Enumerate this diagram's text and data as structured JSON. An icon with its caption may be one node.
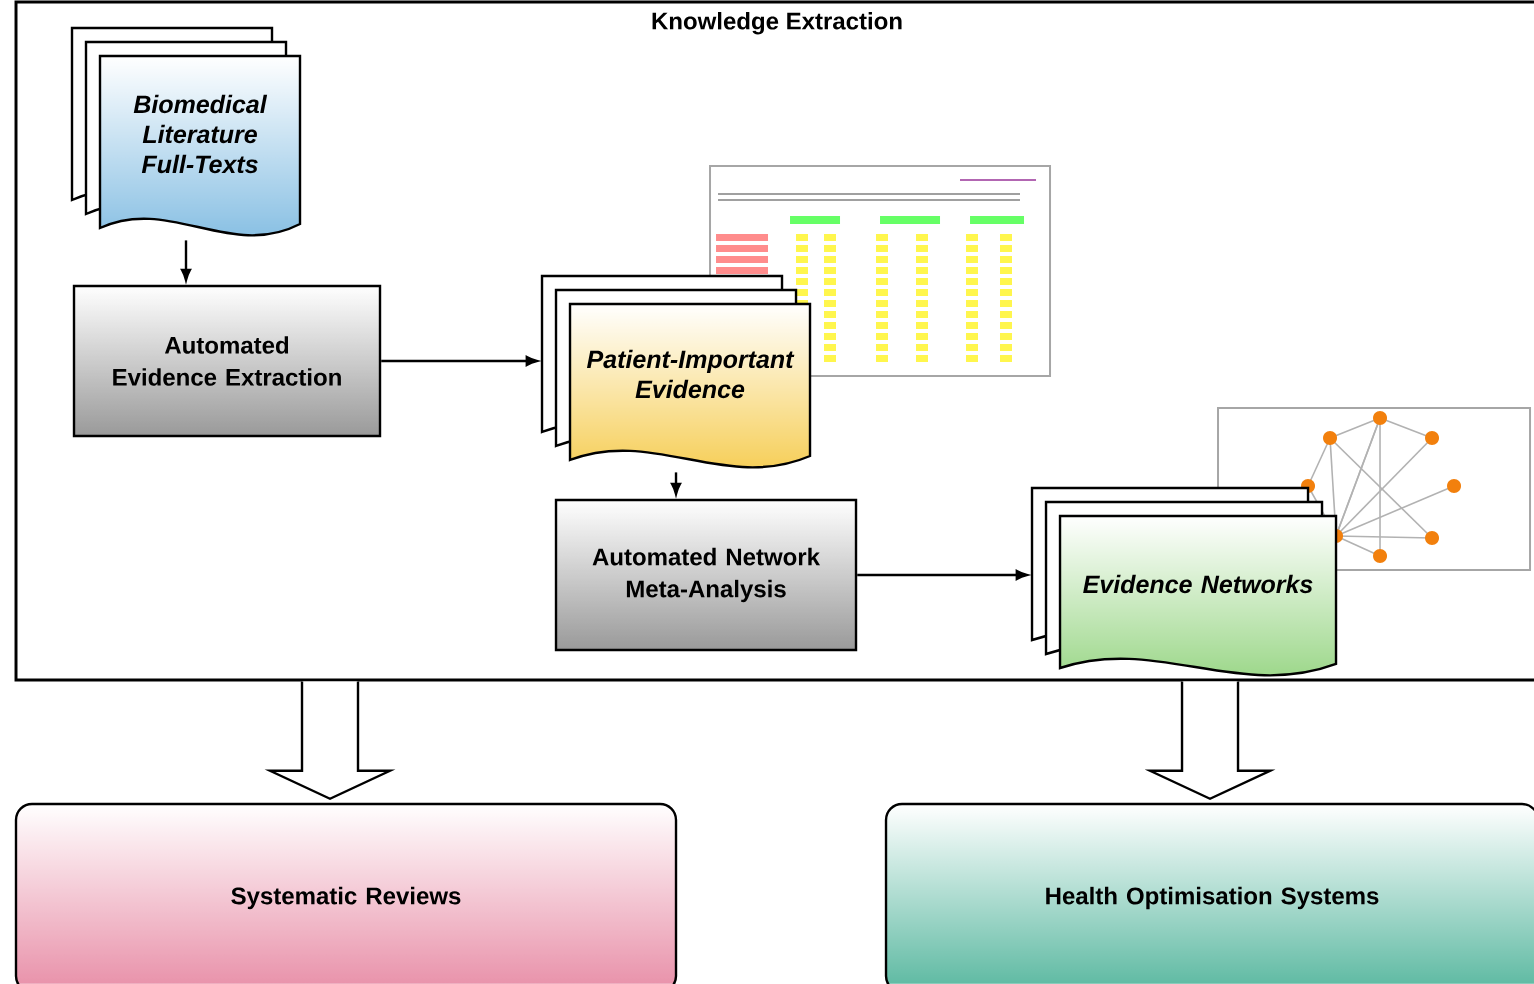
{
  "diagram": {
    "nodes": [
      {
        "text": [
          "Knowledge Extraction"
        ]
      },
      {
        "text": [
          "Biomedical Literature Full-Texts"
        ],
        "in": 0
      },
      {
        "text": [
          "Automated Evidence Extraction"
        ],
        "in": 0
      },
      {
        "text": [
          "Patient-Important Evidence"
        ],
        "in": 0
      },
      {
        "text": [
          "Automated Network Meta-Analysis"
        ],
        "in": 0
      },
      {
        "text": [
          "Evidence Networks"
        ],
        "in": 0
      },
      {
        "text": [
          "Systematic Reviews"
        ]
      },
      {
        "text": [
          "Health Optimisation Systems"
        ]
      }
    ],
    "edges": [
      {
        "from": 1,
        "to": 2,
        "arrow": "to"
      },
      {
        "from": 2,
        "to": 3,
        "arrow": "to"
      },
      {
        "from": 3,
        "to": 4,
        "arrow": "to"
      },
      {
        "from": 4,
        "to": 5,
        "arrow": "to"
      },
      {
        "from": 0,
        "to": 6,
        "arrow": "to",
        "style": "thick"
      },
      {
        "from": 0,
        "to": 7,
        "arrow": "to",
        "style": "thick"
      }
    ]
  }
}
